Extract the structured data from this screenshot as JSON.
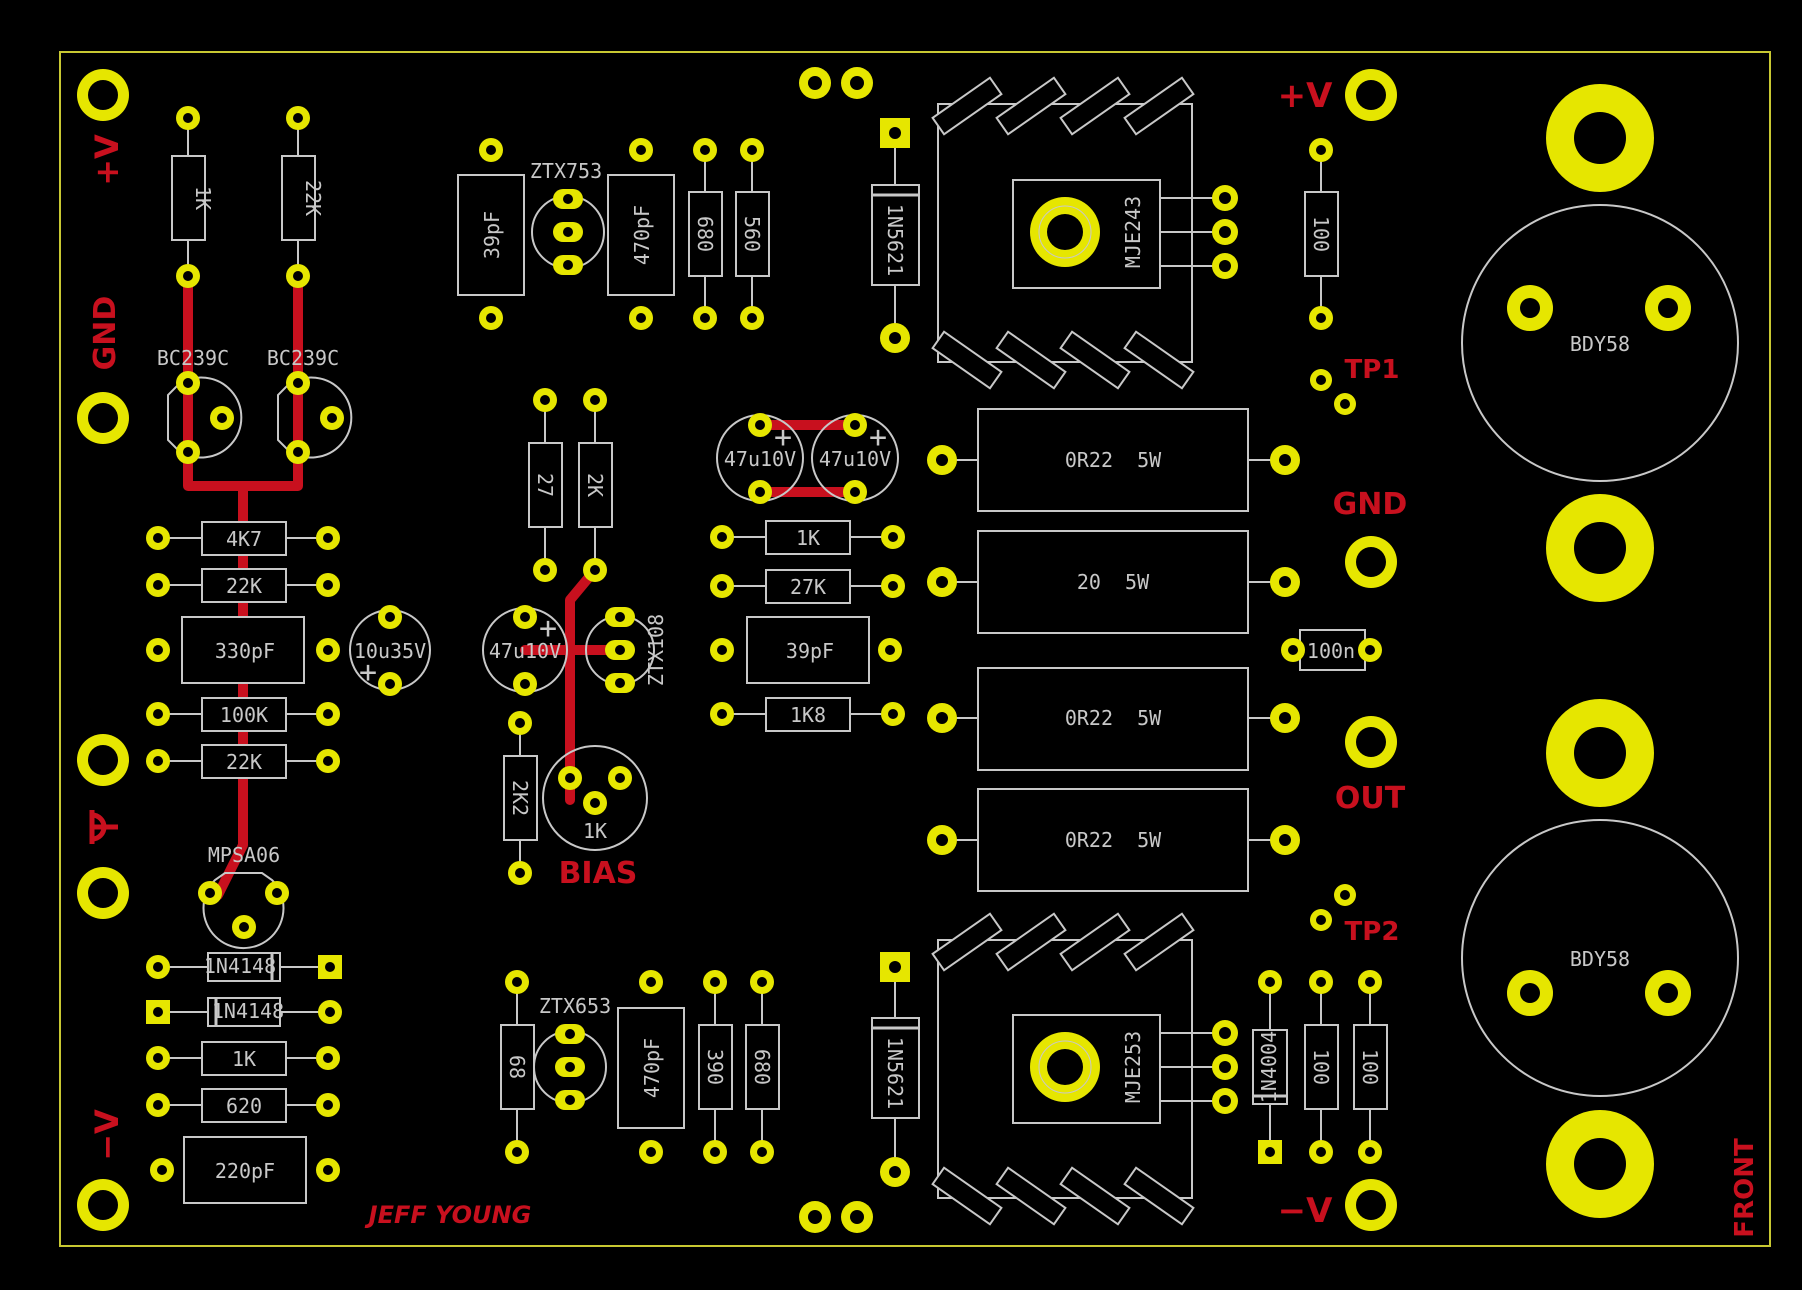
{
  "colors": {
    "background": "#000000",
    "pad": "#e6e600",
    "silkscreen": "#c8c8c8",
    "copper": "#c8101e",
    "edge": "#c8c832"
  },
  "labels": {
    "plus_v_left": "+V",
    "gnd_left": "GND",
    "minus_v_left": "−V",
    "plus_v_right": "+V",
    "gnd_right": "GND",
    "out_right": "OUT",
    "minus_v_right": "−V",
    "tp1": "TP1",
    "tp2": "TP2",
    "bias": "BIAS",
    "author": "JEFF YOUNG",
    "front": "FRONT"
  },
  "components": {
    "r_1k_top": "1K",
    "r_22k_top": "22K",
    "q_bc239c_a": "BC239C",
    "q_bc239c_b": "BC239C",
    "r_4k7": "4K7",
    "r_22k_a": "22K",
    "c_330pf": "330pF",
    "c_10u35v": "10u35V",
    "r_100k": "100K",
    "r_22k_b": "22K",
    "q_mpsa06": "MPSA06",
    "d_1n4148_a": "1N4148",
    "d_1n4148_b": "1N4148",
    "r_1k_bottom": "1K",
    "r_620": "620",
    "c_220pf": "220pF",
    "c_39pf_top": "39pF",
    "q_ztx753": "ZTX753",
    "c_470pf_top": "470pF",
    "r_680_top": "680",
    "r_560": "560",
    "r_27": "27",
    "r_2k": "2K",
    "c_47u10v_mid": "47u10V",
    "q_ztx108": "ZTX108",
    "r_2k2": "2K2",
    "pot_1k": "1K",
    "c_47u10v_a": "47u10V",
    "c_47u10v_b": "47u10V",
    "r_1k_mid": "1K",
    "r_27k": "27K",
    "c_39pf_mid": "39pF",
    "r_1k8": "1K8",
    "r_68": "68",
    "q_ztx653": "ZTX653",
    "c_470pf_bottom": "470pF",
    "r_390": "390",
    "r_680_bottom": "680",
    "d_1n5621_top": "1N5621",
    "d_1n5621_bottom": "1N5621",
    "q_mje243": "MJE243",
    "q_mje253": "MJE253",
    "r_0r22_a": "0R22  5W",
    "r_20_5w": "20  5W",
    "r_0r22_b": "0R22  5W",
    "r_0r22_c": "0R22  5W",
    "r_100_top": "100",
    "c_100n": "100n",
    "d_1n4004": "1N4004",
    "r_100_bl": "100",
    "r_100_br": "100",
    "q_bdy58_top": "BDY58",
    "q_bdy58_bottom": "BDY58"
  }
}
